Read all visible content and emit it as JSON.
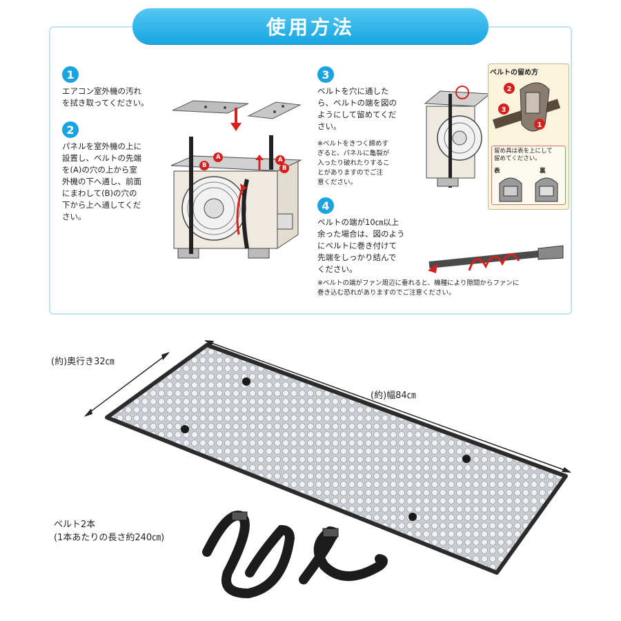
{
  "title": "使用方法",
  "steps": [
    {
      "num": "1",
      "text": "エアコン室外機の汚れ\nを拭き取ってください。"
    },
    {
      "num": "2",
      "text": "パネルを室外機の上に\n設置し、ベルトの先端\nを(A)の穴の上から室\n外機の下へ通し、前面\nにまわして(B)の穴の\n下から上へ通してくだ\nさい。"
    },
    {
      "num": "3",
      "text": "ベルトを穴に通した\nら、ベルトの端を図の\nようにして留めてくだ\nさい。"
    },
    {
      "num": "4",
      "text": "ベルトの端が10㎝以上\n余った場合は、図のよう\nにベルトに巻き付けて\n先端をしっかり結んで\nください。"
    }
  ],
  "notes": {
    "step3": "※ベルトをきつく締めす\nぎると、パネルに亀裂が\n入ったり破れたりするこ\nとがありますのでご注\n意ください。",
    "step4": "※ベルトの端がファン周辺に垂れると、機種により隙間からファンに\n巻き込む恐れがありますのでご注意ください。"
  },
  "belt_fastening": {
    "title": "ベルトの留め方",
    "tip": "留め具は表を上にして\n留めてください。",
    "front": "表",
    "back": "裏",
    "arrows": [
      "1",
      "2",
      "3"
    ]
  },
  "markers": {
    "a": "A",
    "b": "B"
  },
  "product": {
    "depth_label": "(約)奥行き32㎝",
    "width_label": "(約)幅84㎝",
    "belts_label": "ベルト2本\n(1本あたりの長さ約240㎝)"
  },
  "colors": {
    "accent_blue": "#1aa3e0",
    "panel_border": "#bfe3f5",
    "arrow_red": "#d6201e",
    "box_bg": "#fbf3dc"
  }
}
